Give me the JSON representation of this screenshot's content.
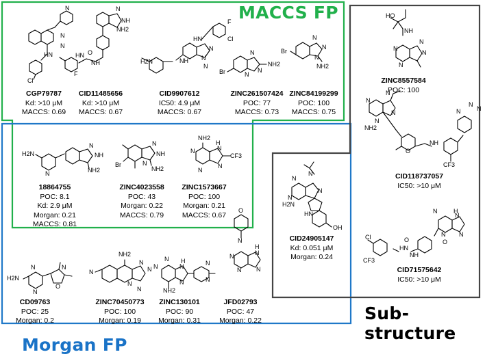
{
  "groups": {
    "maccs_title": "MACCS FP",
    "morgan_title": "Morgan FP",
    "sub_title": "Sub-structure"
  },
  "colors": {
    "maccs": "#21b04b",
    "morgan": "#1f78c8",
    "sub": "#444444",
    "maccs_title": "#21b04b",
    "morgan_title": "#1a73c7",
    "sub_title": "#000000"
  },
  "compounds": [
    {
      "key": "cgp79787",
      "name": "CGP79787",
      "lines": [
        "Kd: >10 μM",
        "MACCS: 0.69"
      ]
    },
    {
      "key": "cid11485656",
      "name": "CID11485656",
      "lines": [
        "Kd: >10 μM",
        "MACCS: 0.67"
      ]
    },
    {
      "key": "cid9907612",
      "name": "CID9907612",
      "lines": [
        "IC50: 4.9 μM",
        "MACCS: 0.67"
      ]
    },
    {
      "key": "zinc261507424",
      "name": "ZINC261507424",
      "lines": [
        "POC: 77",
        "MACCS: 0.73"
      ]
    },
    {
      "key": "zinc84199299",
      "name": "ZINC84199299",
      "lines": [
        "POC: 100",
        "MACCS: 0.75"
      ]
    },
    {
      "key": "c18864755",
      "name": "18864755",
      "lines": [
        "POC: 8.1",
        "Kd: 2.9 μM",
        "Morgan: 0.21",
        "MACCS: 0.81"
      ]
    },
    {
      "key": "zinc4023558",
      "name": "ZINC4023558",
      "lines": [
        "POC: 43",
        "Morgan: 0.22",
        "MACCS: 0.79"
      ]
    },
    {
      "key": "zinc1573667",
      "name": "ZINC1573667",
      "lines": [
        "POC: 100",
        "Morgan: 0.21",
        "MACCS: 0.67"
      ]
    },
    {
      "key": "cd09763",
      "name": "CD09763",
      "lines": [
        "POC: 25",
        "Morgan: 0.2"
      ]
    },
    {
      "key": "zinc70450773",
      "name": "ZINC70450773",
      "lines": [
        "POC: 100",
        "Morgan: 0.19"
      ]
    },
    {
      "key": "zinc130101",
      "name": "ZINC130101",
      "lines": [
        "POC: 90",
        "Morgan: 0.31"
      ]
    },
    {
      "key": "jfd02793",
      "name": "JFD02793",
      "lines": [
        "POC: 47",
        "Morgan: 0.22"
      ]
    },
    {
      "key": "cid24905147",
      "name": "CID24905147",
      "lines": [
        "Kd: 0.051 μM",
        "Morgan: 0.24"
      ]
    },
    {
      "key": "zinc8557584",
      "name": "ZINC8557584",
      "lines": [
        "POC: 100"
      ]
    },
    {
      "key": "cid118737057",
      "name": "CID118737057",
      "lines": [
        "IC50: >10 μM"
      ]
    },
    {
      "key": "cid71575642",
      "name": "CID71575642",
      "lines": [
        "IC50: >10 μM"
      ]
    }
  ],
  "atom_labels": {
    "n": "N",
    "nh": "NH",
    "hn": "HN",
    "nh2": "NH2",
    "h2n": "H2N",
    "oh": "OH",
    "ho": "HO",
    "cl": "Cl",
    "f": "F",
    "br": "Br",
    "o": "O",
    "h": "H",
    "cf3": "CF3",
    "fmark": "F"
  }
}
